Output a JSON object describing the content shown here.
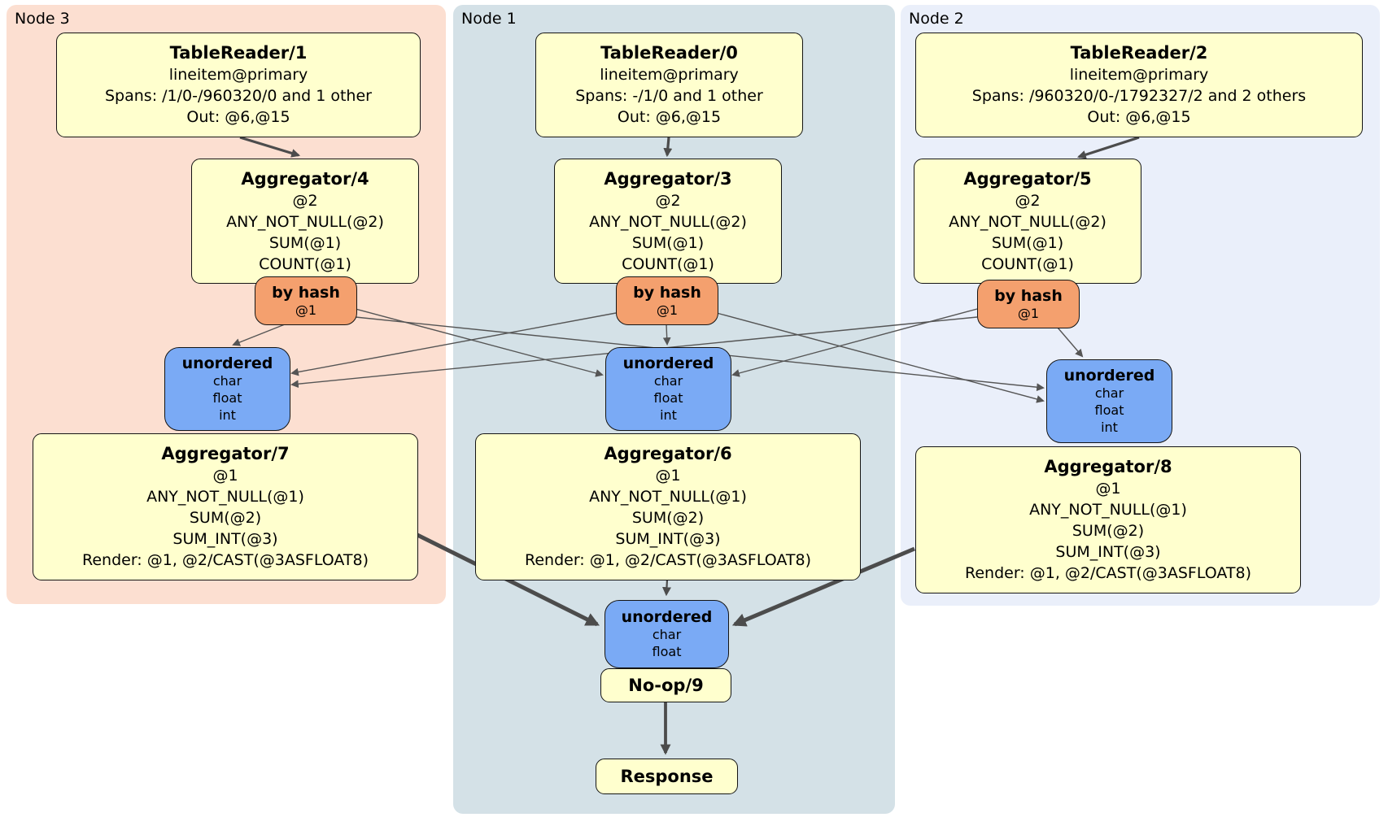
{
  "regions": [
    {
      "label": "Node 3"
    },
    {
      "label": "Node 1"
    },
    {
      "label": "Node 2"
    }
  ],
  "boxes": {
    "tablereader1": {
      "title": "TableReader/1",
      "lines": [
        "lineitem@primary",
        "Spans: /1/0-/960320/0 and 1 other",
        "Out: @6,@15"
      ]
    },
    "tablereader0": {
      "title": "TableReader/0",
      "lines": [
        "lineitem@primary",
        "Spans: -/1/0 and 1 other",
        "Out: @6,@15"
      ]
    },
    "tablereader2": {
      "title": "TableReader/2",
      "lines": [
        "lineitem@primary",
        "Spans: /960320/0-/1792327/2 and 2 others",
        "Out: @6,@15"
      ]
    },
    "aggregator4": {
      "title": "Aggregator/4",
      "lines": [
        "@2",
        "ANY_NOT_NULL(@2)",
        "SUM(@1)",
        "COUNT(@1)"
      ]
    },
    "aggregator3": {
      "title": "Aggregator/3",
      "lines": [
        "@2",
        "ANY_NOT_NULL(@2)",
        "SUM(@1)",
        "COUNT(@1)"
      ]
    },
    "aggregator5": {
      "title": "Aggregator/5",
      "lines": [
        "@2",
        "ANY_NOT_NULL(@2)",
        "SUM(@1)",
        "COUNT(@1)"
      ]
    },
    "byhash3": {
      "title": "by hash",
      "lines": [
        "@1"
      ]
    },
    "byhash1": {
      "title": "by hash",
      "lines": [
        "@1"
      ]
    },
    "byhash2": {
      "title": "by hash",
      "lines": [
        "@1"
      ]
    },
    "unordered3": {
      "title": "unordered",
      "lines": [
        "char",
        "float",
        "int"
      ]
    },
    "unordered1": {
      "title": "unordered",
      "lines": [
        "char",
        "float",
        "int"
      ]
    },
    "unordered2": {
      "title": "unordered",
      "lines": [
        "char",
        "float",
        "int"
      ]
    },
    "aggregator7": {
      "title": "Aggregator/7",
      "lines": [
        "@1",
        "ANY_NOT_NULL(@1)",
        "SUM(@2)",
        "SUM_INT(@3)",
        "Render: @1, @2/CAST(@3ASFLOAT8)"
      ]
    },
    "aggregator6": {
      "title": "Aggregator/6",
      "lines": [
        "@1",
        "ANY_NOT_NULL(@1)",
        "SUM(@2)",
        "SUM_INT(@3)",
        "Render: @1, @2/CAST(@3ASFLOAT8)"
      ]
    },
    "aggregator8": {
      "title": "Aggregator/8",
      "lines": [
        "@1",
        "ANY_NOT_NULL(@1)",
        "SUM(@2)",
        "SUM_INT(@3)",
        "Render: @1, @2/CAST(@3ASFLOAT8)"
      ]
    },
    "unorderedFinal": {
      "title": "unordered",
      "lines": [
        "char",
        "float"
      ]
    },
    "noop": {
      "title": "No-op/9"
    },
    "response": {
      "title": "Response"
    }
  },
  "colors": {
    "node3_bg": "#fcdfd1",
    "node1_bg": "#d4e1e7",
    "node2_bg": "#eaeffa",
    "box_fill": "#ffffce",
    "hash_fill": "#f4a06e",
    "sync_fill": "#7aaaf5",
    "edge": "#4c4c4c"
  }
}
